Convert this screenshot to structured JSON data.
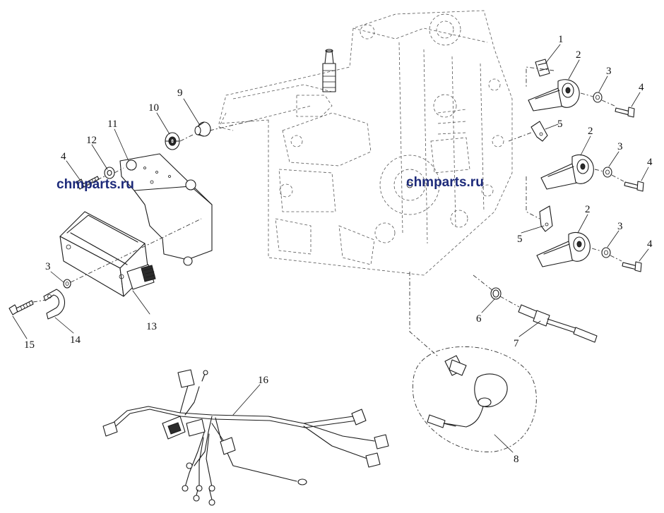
{
  "watermarks": [
    "chmparts.ru",
    "chmparts.ru"
  ],
  "callouts": [
    {
      "id": "c1",
      "label": "1"
    },
    {
      "id": "c2a",
      "label": "2"
    },
    {
      "id": "c2b",
      "label": "2"
    },
    {
      "id": "c2c",
      "label": "2"
    },
    {
      "id": "c3a",
      "label": "3"
    },
    {
      "id": "c3b",
      "label": "3"
    },
    {
      "id": "c3c",
      "label": "3"
    },
    {
      "id": "c3d",
      "label": "3"
    },
    {
      "id": "c4a",
      "label": "4"
    },
    {
      "id": "c4b",
      "label": "4"
    },
    {
      "id": "c4c",
      "label": "4"
    },
    {
      "id": "c4d",
      "label": "4"
    },
    {
      "id": "c5a",
      "label": "5"
    },
    {
      "id": "c5b",
      "label": "5"
    },
    {
      "id": "c6",
      "label": "6"
    },
    {
      "id": "c7",
      "label": "7"
    },
    {
      "id": "c8",
      "label": "8"
    },
    {
      "id": "c9",
      "label": "9"
    },
    {
      "id": "c10",
      "label": "10"
    },
    {
      "id": "c11",
      "label": "11"
    },
    {
      "id": "c12",
      "label": "12"
    },
    {
      "id": "c13",
      "label": "13"
    },
    {
      "id": "c14",
      "label": "14"
    },
    {
      "id": "c15",
      "label": "15"
    },
    {
      "id": "c16",
      "label": "16"
    }
  ]
}
